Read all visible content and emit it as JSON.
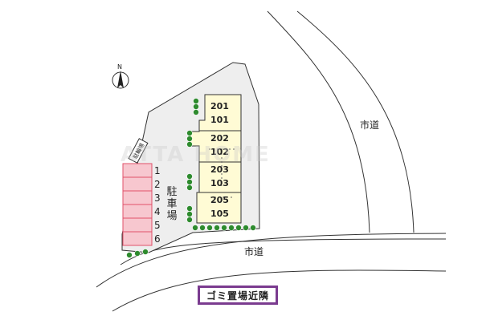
{
  "map": {
    "north_label": "N",
    "roads": [
      {
        "id": "road-right",
        "label": "市道"
      },
      {
        "id": "road-bottom",
        "label": "市道"
      }
    ],
    "parking_label": "駐車場",
    "bicycle_label": "駐輪場",
    "parking_spaces": [
      "1",
      "2",
      "3",
      "4",
      "5",
      "6"
    ],
    "building_blocks": [
      {
        "upper": "201",
        "lower": "101"
      },
      {
        "upper": "202",
        "lower": "102"
      },
      {
        "upper": "203",
        "lower": "103"
      },
      {
        "upper": "205",
        "lower": "105"
      }
    ],
    "garbage_label": "ゴミ置場近隣",
    "watermark": "ATTA HOME",
    "colors": {
      "site": "#eeeeee",
      "building": "#fffbd5",
      "parking_fill": "#f7c7cf",
      "parking_stroke": "#e0506a",
      "tree": "#2e8b2e",
      "garbage_border": "#7a3b8f"
    }
  }
}
